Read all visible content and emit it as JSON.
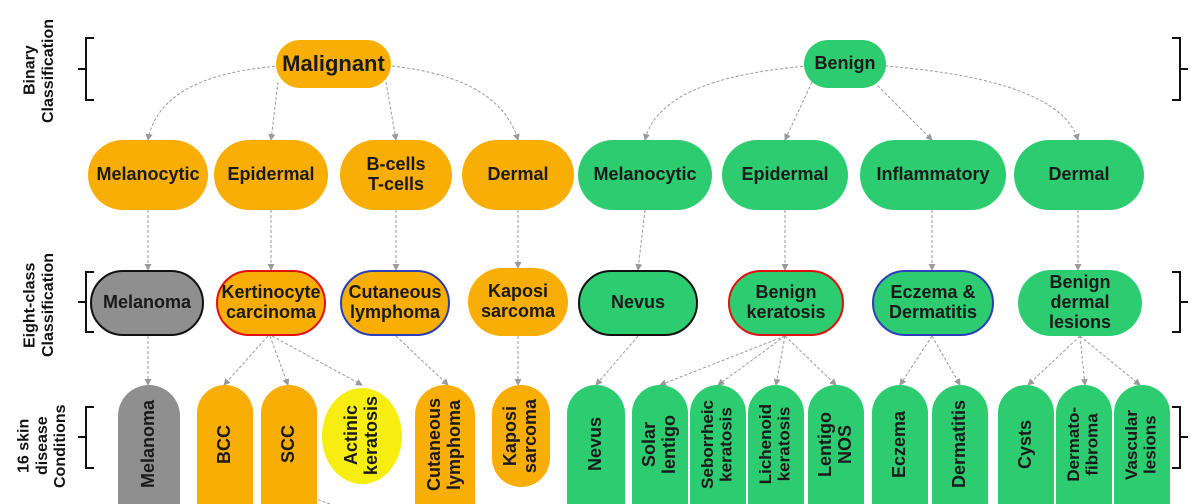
{
  "levels": {
    "binary": "Binary\nClassification",
    "eight_class": "Eight-class\nClassification",
    "sixteen": "16 skin\ndisease\nConditions"
  },
  "binary": {
    "malignant": "Malignant",
    "benign": "Benign"
  },
  "categories": {
    "mal_melanocytic": "Melanocytic",
    "mal_epidermal": "Epidermal",
    "mal_bt_cells": "B-cells\nT-cells",
    "mal_dermal": "Dermal",
    "ben_melanocytic": "Melanocytic",
    "ben_epidermal": "Epidermal",
    "ben_inflammatory": "Inflammatory",
    "ben_dermal": "Dermal"
  },
  "eight_class": {
    "melanoma": "Melanoma",
    "keratinocyte_carcinoma": "Kertinocyte\ncarcinoma",
    "cutaneous_lymphoma": "Cutaneous\nlymphoma",
    "kaposi_sarcoma": "Kaposi\nsarcoma",
    "nevus": "Nevus",
    "benign_keratosis": "Benign\nkeratosis",
    "eczema_dermatitis": "Eczema &\nDermatitis",
    "benign_dermal_lesions": "Benign dermal\nlesions"
  },
  "conditions": {
    "melanoma": "Melanoma",
    "bcc": "BCC",
    "scc": "SCC",
    "actinic_keratosis": "Actinic\nkeratosis",
    "cutaneous_lymphoma": "Cutaneous\nlymphoma",
    "kaposi_sarcoma": "Kaposi\nsarcoma",
    "nevus": "Nevus",
    "solar_lentigo": "Solar\nlentigo",
    "seborrheic_keratosis": "Seborrheic\nkeratosis",
    "lichenoid_keratosis": "Lichenoid\nkeratosis",
    "lentigo_nos": "Lentigo\nNOS",
    "eczema": "Eczema",
    "dermatitis": "Dermatitis",
    "cysts": "Cysts",
    "dermatofibroma": "Dermato-\nfibroma",
    "vascular_lesions": "Vascular\nlesions"
  },
  "colors": {
    "malignant": "#F9AE06",
    "benign": "#2ECC71",
    "melanoma": "#8f8f8f",
    "actinic": "#F6EE0E",
    "border_red": "#E01010",
    "border_blue": "#2B3FB8",
    "border_black": "#111111",
    "arrow": "#9a9a9a"
  }
}
